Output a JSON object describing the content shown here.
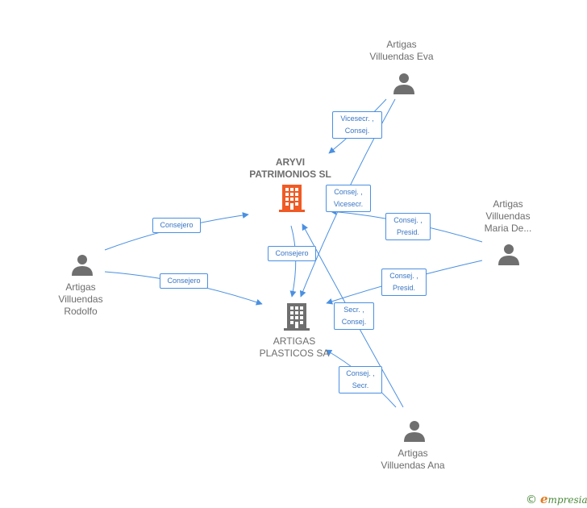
{
  "companies": {
    "aryvi": {
      "line1": "ARYVI",
      "line2": "PATRIMONIOS SL",
      "color": "#f05a24"
    },
    "artigas": {
      "line1": "ARTIGAS",
      "line2": "PLASTICOS SA",
      "color": "#6f6f6f"
    }
  },
  "people": {
    "eva": {
      "line1": "Artigas",
      "line2": "Villuendas Eva"
    },
    "maria": {
      "line1": "Artigas",
      "line2": "Villuendas",
      "line3": "Maria De..."
    },
    "rodolfo": {
      "line1": "Artigas",
      "line2": "Villuendas",
      "line3": "Rodolfo"
    },
    "ana": {
      "line1": "Artigas",
      "line2": "Villuendas Ana"
    }
  },
  "relations": {
    "eva_aryvi": {
      "line1": "Vicesecr. ,",
      "line2": "Consej."
    },
    "eva_artigas": {
      "line1": "Consej. ,",
      "line2": "Vicesecr."
    },
    "maria_aryvi": {
      "line1": "Consej. ,",
      "line2": "Presid."
    },
    "maria_artigas": {
      "line1": "Consej. ,",
      "line2": "Presid."
    },
    "rodolfo_aryvi": {
      "line1": "Consejero"
    },
    "rodolfo_artigas": {
      "line1": "Consejero"
    },
    "aryvi_artigas": {
      "line1": "Consejero"
    },
    "ana_aryvi": {
      "line1": "Secr. ,",
      "line2": "Consej."
    },
    "ana_artigas": {
      "line1": "Consej. ,",
      "line2": "Secr."
    }
  },
  "footer": {
    "copyright": "©",
    "brand_e": "e",
    "brand_rest": "mpresia"
  },
  "colors": {
    "edge": "#4a90e2",
    "label_text": "#6d6d6d",
    "person_icon": "#6f6f6f"
  }
}
